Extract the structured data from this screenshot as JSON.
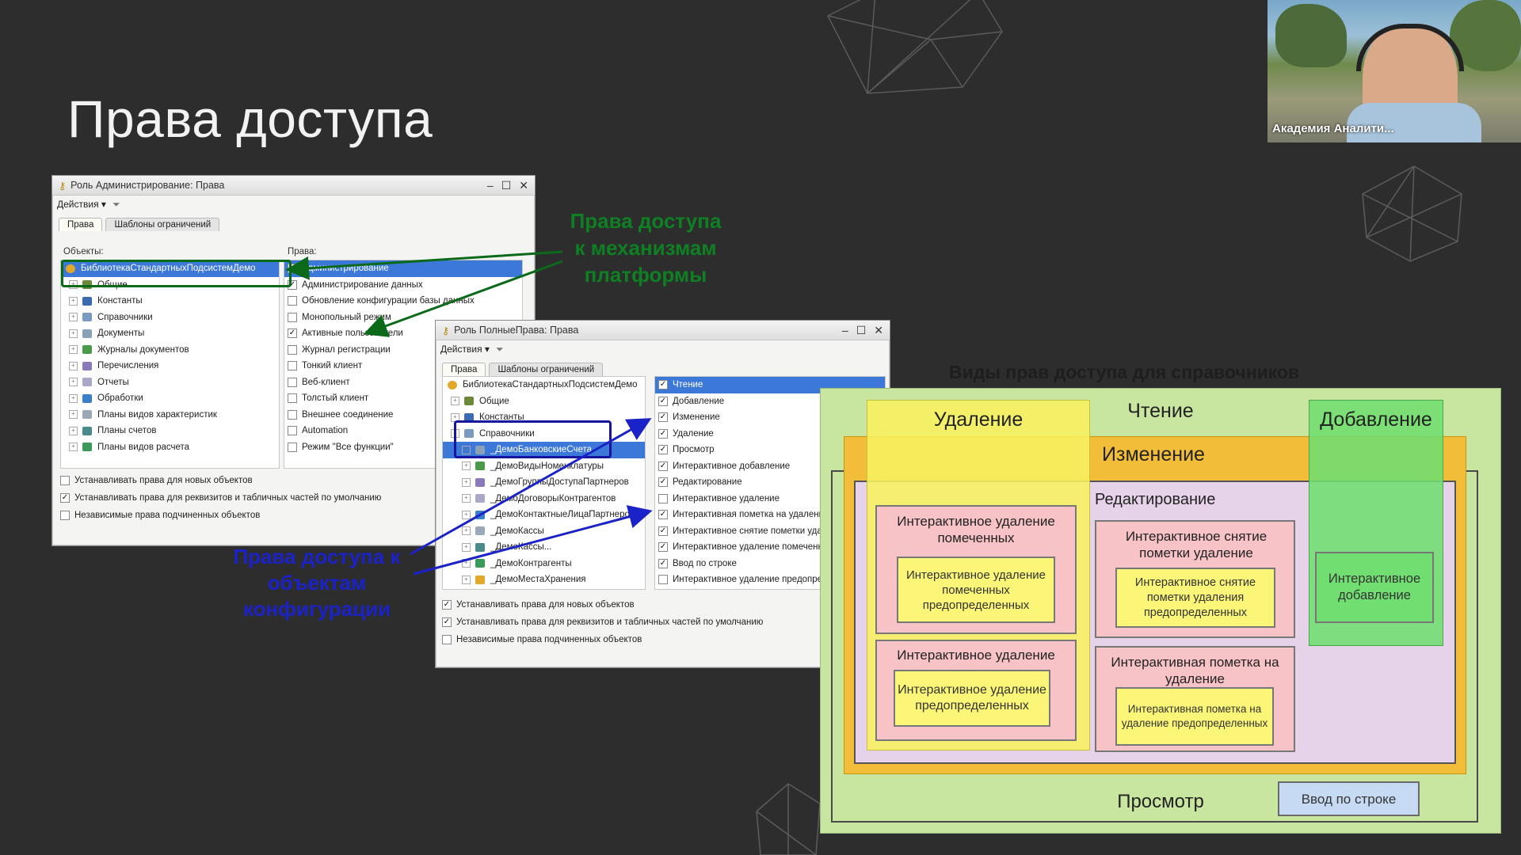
{
  "slide": {
    "title": "Права доступа"
  },
  "webcam": {
    "caption": "Академия Аналити..."
  },
  "window1": {
    "title": "Роль Администрирование: Права",
    "actions": "Действия",
    "tabs": [
      "Права",
      "Шаблоны ограничений"
    ],
    "objects_header": "Объекты:",
    "rights_header": "Права:",
    "objects": [
      "БиблиотекаСтандартныхПодсистемДемо",
      "Общие",
      "Константы",
      "Справочники",
      "Документы",
      "Журналы документов",
      "Перечисления",
      "Отчеты",
      "Обработки",
      "Планы видов характеристик",
      "Планы счетов",
      "Планы видов расчета"
    ],
    "rights": [
      {
        "label": "Администрирование",
        "checked": true
      },
      {
        "label": "Администрирование данных",
        "checked": true
      },
      {
        "label": "Обновление конфигурации базы данных",
        "checked": false
      },
      {
        "label": "Монопольный режим",
        "checked": false
      },
      {
        "label": "Активные пользователи",
        "checked": true
      },
      {
        "label": "Журнал регистрации",
        "checked": false
      },
      {
        "label": "Тонкий клиент",
        "checked": false
      },
      {
        "label": "Веб-клиент",
        "checked": false
      },
      {
        "label": "Толстый клиент",
        "checked": false
      },
      {
        "label": "Внешнее соединение",
        "checked": false
      },
      {
        "label": "Automation",
        "checked": false
      },
      {
        "label": "Режим \"Все функции\"",
        "checked": false
      }
    ],
    "options": [
      {
        "label": "Устанавливать права для новых объектов",
        "checked": false
      },
      {
        "label": "Устанавливать права для реквизитов и табличных частей по умолчанию",
        "checked": true
      },
      {
        "label": "Независимые права подчиненных объектов",
        "checked": false
      }
    ]
  },
  "window2": {
    "title": "Роль ПолныеПрава: Права",
    "actions": "Действия",
    "tabs": [
      "Права",
      "Шаблоны ограничений"
    ],
    "objects": [
      "БиблиотекаСтандартныхПодсистемДемо",
      "Общие",
      "Константы",
      "Справочники",
      "_ДемоБанковскиеСчета",
      "_ДемоВидыНоменклатуры",
      "_ДемоГруппыДоступаПартнеров",
      "_ДемоДоговорыКонтрагентов",
      "_ДемоКонтактныеЛицаПартнеров",
      "_ДемоКассы",
      "_ДемоКассы...",
      "_ДемоКонтрагенты",
      "_ДемоМестаХранения"
    ],
    "rights": [
      {
        "label": "Чтение",
        "checked": true
      },
      {
        "label": "Добавление",
        "checked": true
      },
      {
        "label": "Изменение",
        "checked": true
      },
      {
        "label": "Удаление",
        "checked": true
      },
      {
        "label": "Просмотр",
        "checked": true
      },
      {
        "label": "Интерактивное добавление",
        "checked": true
      },
      {
        "label": "Редактирование",
        "checked": true
      },
      {
        "label": "Интерактивное удаление",
        "checked": false
      },
      {
        "label": "Интерактивная пометка на удаление",
        "checked": true
      },
      {
        "label": "Интерактивное снятие пометки удал...",
        "checked": true
      },
      {
        "label": "Интерактивное удаление помеченн...",
        "checked": true
      },
      {
        "label": "Ввод по строке",
        "checked": true
      },
      {
        "label": "Интерактивное удаление предопред...",
        "checked": false
      }
    ],
    "options": [
      {
        "label": "Устанавливать права для новых объектов",
        "checked": true
      },
      {
        "label": "Устанавливать права для реквизитов и табличных частей по умолчанию",
        "checked": true
      },
      {
        "label": "Независимые права подчиненных объектов",
        "checked": false
      }
    ]
  },
  "annotations": {
    "green": "Права доступа к механизмам платформы",
    "blue": "Права доступа к объектам конфигурации"
  },
  "diagram": {
    "title": "Виды прав доступа для справочников",
    "read": "Чтение",
    "delete": "Удаление",
    "add": "Добавление",
    "change": "Изменение",
    "edit": "Редактирование",
    "view": "Просмотр",
    "input_by_line": "Ввод по строке",
    "int_delete_marked": "Интерактивное удаление помеченных",
    "int_delete_marked_predef": "Интерактивное удаление помеченных предопределенных",
    "int_delete": "Интерактивное удаление",
    "int_delete_predef": "Интерактивное удаление предопределенных",
    "int_unmark": "Интерактивное снятие пометки удаление",
    "int_unmark_predef": "Интерактивное снятие пометки удаления предопределенных",
    "int_mark": "Интерактивная пометка на удаление",
    "int_mark_predef": "Интерактивная пометка на удаление предопределенных",
    "int_add": "Интерактивное добавление"
  },
  "colors": {
    "background": "#2d2d2d",
    "read_zone": "#c9e6a0",
    "change_zone": "#f2bd38",
    "delete_zone": "#f8f160",
    "add_zone": "#70de70",
    "edit_zone": "#e6d3ea",
    "pink_box": "#f7c3c6",
    "yellow_box": "#fbf678",
    "input_btn": "#c7daf3"
  }
}
